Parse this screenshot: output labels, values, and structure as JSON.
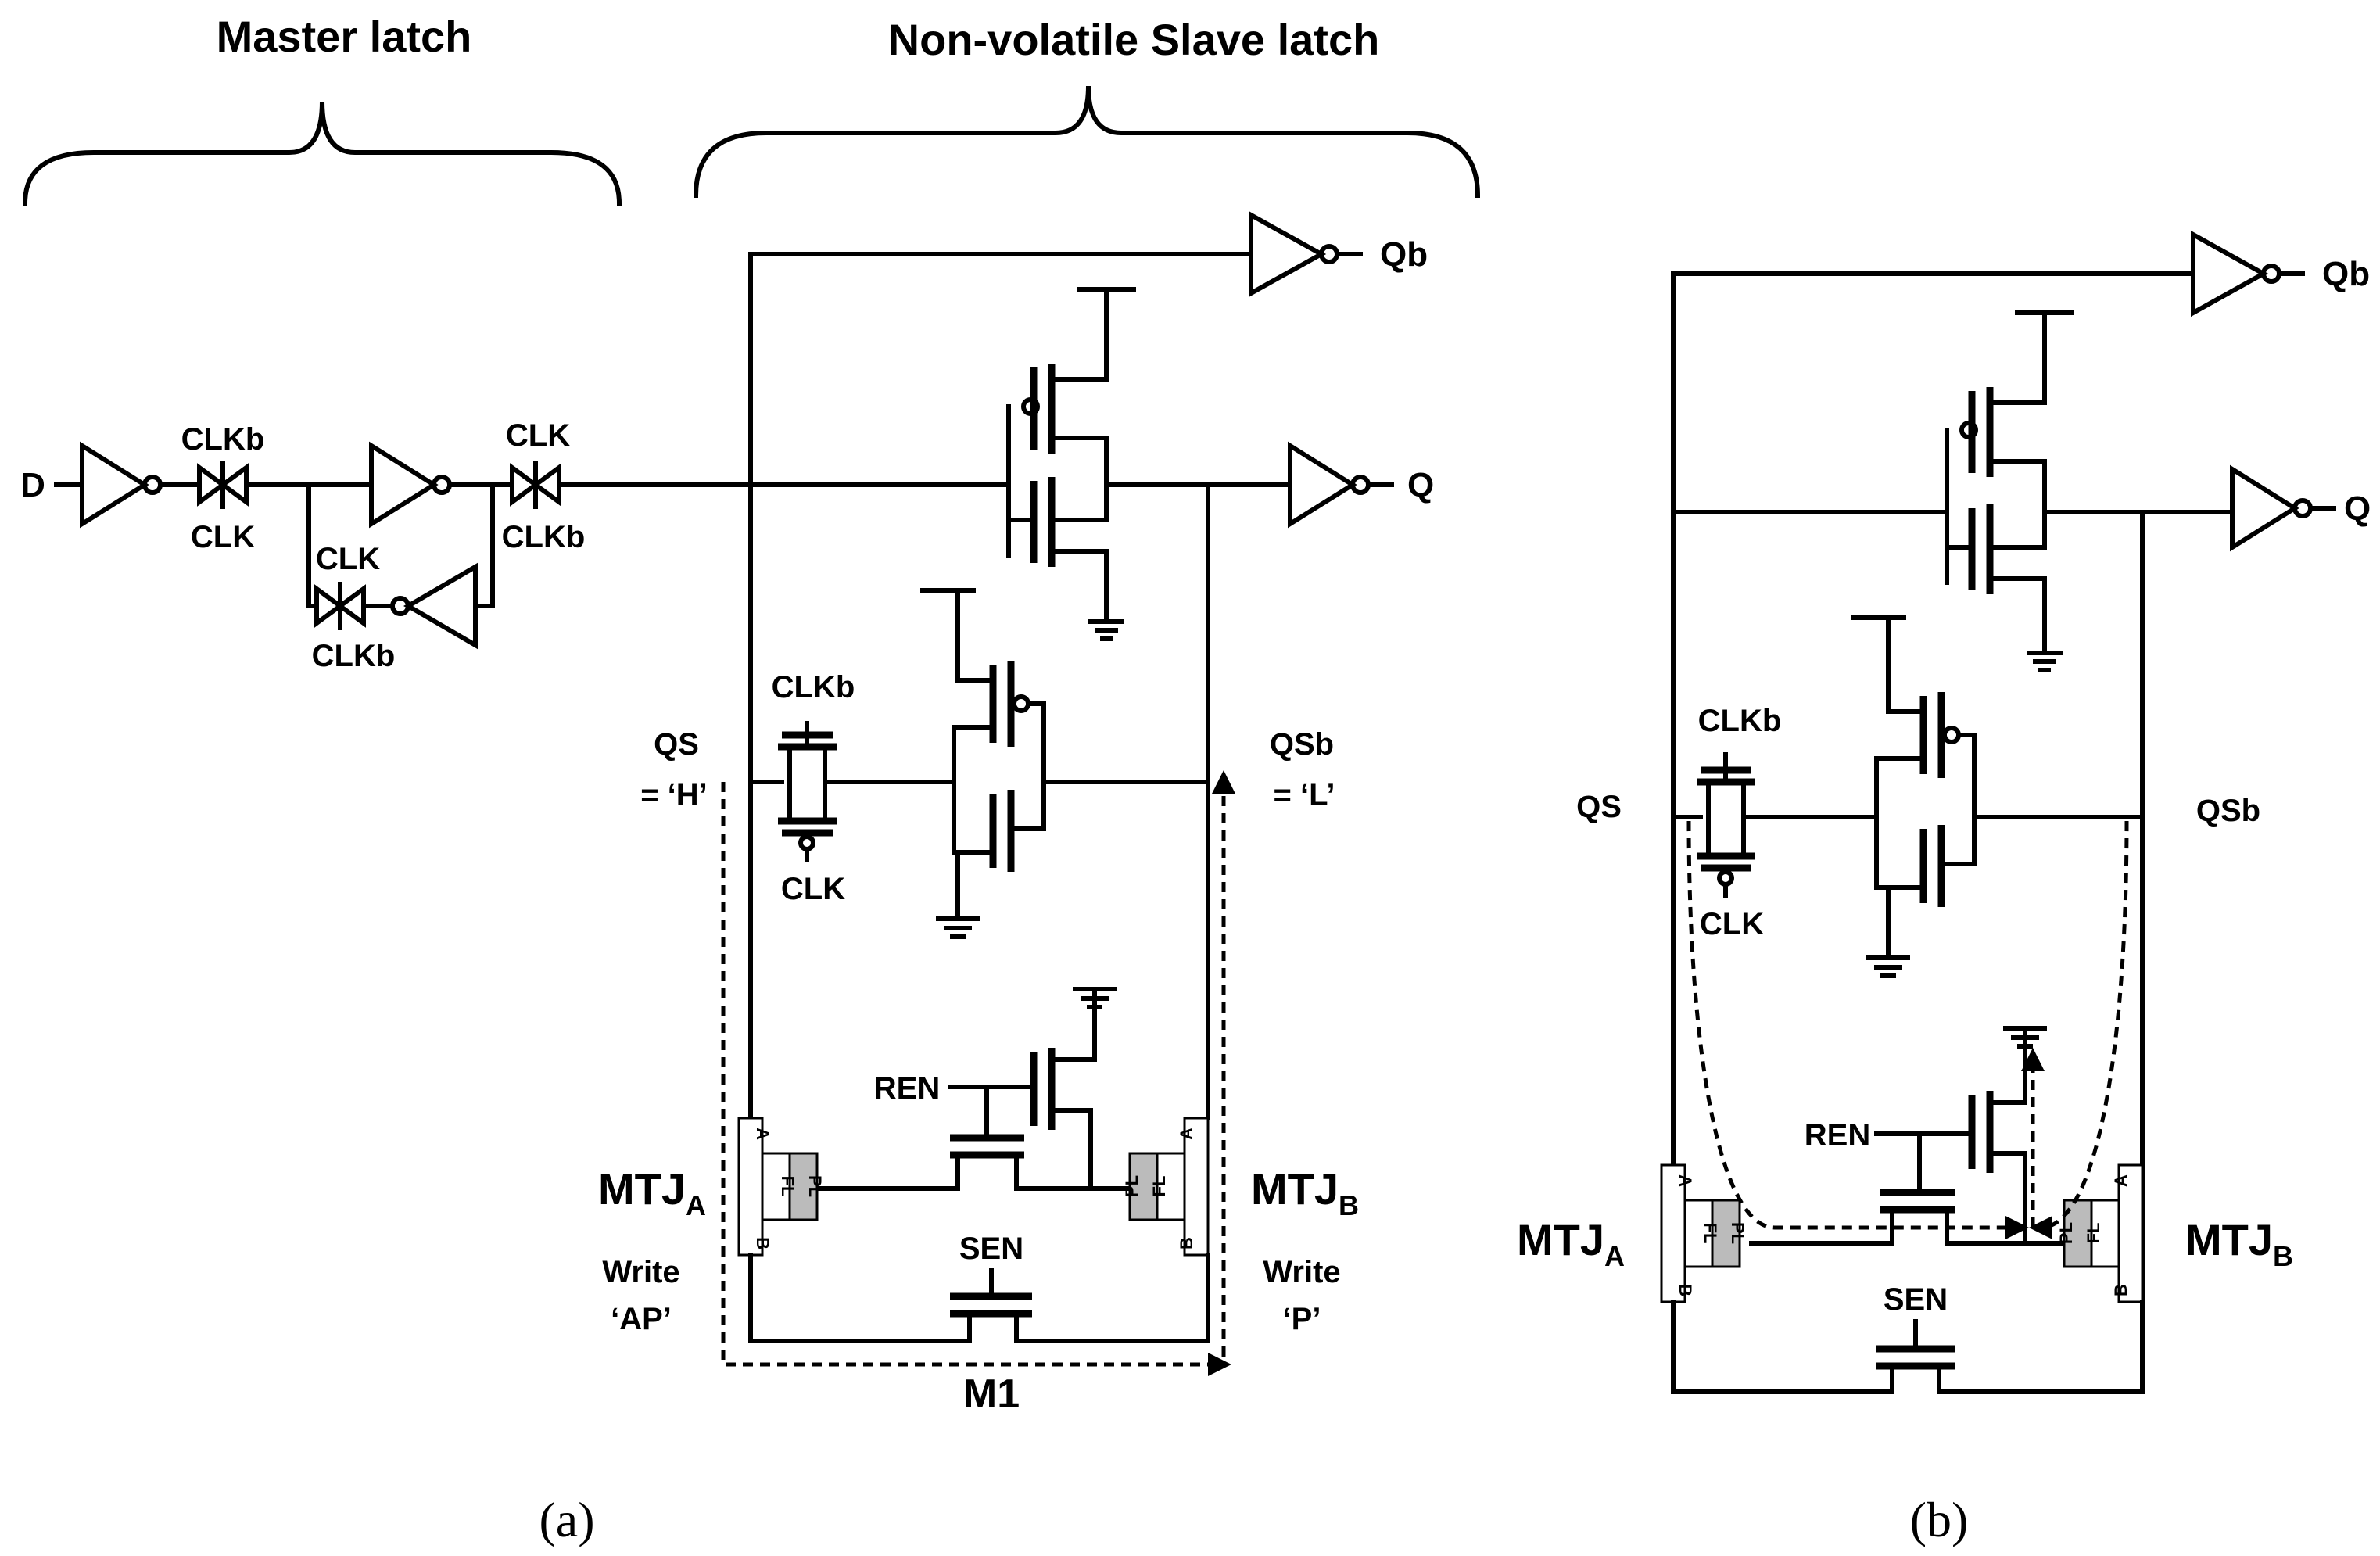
{
  "titles": {
    "master": "Master latch",
    "slave": "Non-volatile Slave latch"
  },
  "a": {
    "d": "D",
    "clkb_1": "CLKb",
    "clk_1": "CLK",
    "clk_2": "CLK",
    "clkb_2": "CLKb",
    "clk_3": "CLK",
    "clkb_3": "CLKb",
    "qb": "Qb",
    "q": "Q",
    "clkb_4": "CLKb",
    "clk_4": "CLK",
    "qs": "QS",
    "qs_val": "= ‘H’",
    "qsb": "QSb",
    "qsb_val": "= ‘L’",
    "ren": "REN",
    "sen": "SEN",
    "mtja": "MTJ",
    "mtja_sub": "A",
    "mtjb": "MTJ",
    "mtjb_sub": "B",
    "write_l": "Write",
    "write_l_val": "‘AP’",
    "write_r": "Write",
    "write_r_val": "‘P’",
    "m1": "M1",
    "pin_a": "A",
    "pin_b": "B",
    "fl": "FL",
    "pl": "PL",
    "caption": "(a)"
  },
  "b": {
    "qb": "Qb",
    "q": "Q",
    "clkb": "CLKb",
    "clk": "CLK",
    "qs": "QS",
    "qsb": "QSb",
    "ren": "REN",
    "sen": "SEN",
    "mtja": "MTJ",
    "mtja_sub": "A",
    "mtjb": "MTJ",
    "mtjb_sub": "B",
    "pin_a": "A",
    "pin_b": "B",
    "fl": "FL",
    "pl": "PL",
    "caption": "(b)"
  }
}
